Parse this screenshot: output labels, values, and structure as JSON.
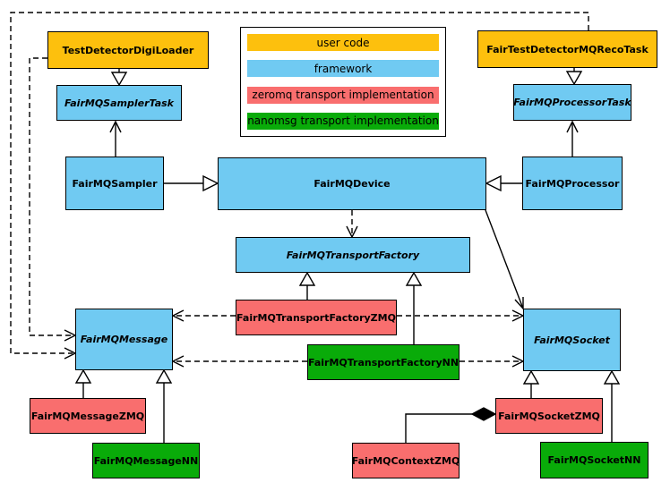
{
  "colors": {
    "user_code": "#fdc00d",
    "framework": "#70caf2",
    "zeromq": "#f96e6e",
    "nanomsg": "#09ab09"
  },
  "legend": {
    "items": [
      {
        "label": "user code",
        "layer": "user_code"
      },
      {
        "label": "framework",
        "layer": "framework"
      },
      {
        "label": "zeromq transport implementation",
        "layer": "zeromq"
      },
      {
        "label": "nanomsg transport implementation",
        "layer": "nanomsg"
      }
    ]
  },
  "nodes": {
    "testDetectorDigiLoader": {
      "label": "TestDetectorDigiLoader",
      "layer": "user code",
      "abstract": false
    },
    "fairTestDetectorMQRecoTask": {
      "label": "FairTestDetectorMQRecoTask",
      "layer": "user code",
      "abstract": false
    },
    "fairMQSamplerTask": {
      "label": "FairMQSamplerTask",
      "layer": "framework",
      "abstract": true
    },
    "fairMQProcessorTask": {
      "label": "FairMQProcessorTask",
      "layer": "framework",
      "abstract": true
    },
    "fairMQSampler": {
      "label": "FairMQSampler",
      "layer": "framework",
      "abstract": false
    },
    "fairMQDevice": {
      "label": "FairMQDevice",
      "layer": "framework",
      "abstract": false
    },
    "fairMQProcessor": {
      "label": "FairMQProcessor",
      "layer": "framework",
      "abstract": false
    },
    "fairMQTransportFactory": {
      "label": "FairMQTransportFactory",
      "layer": "framework",
      "abstract": true
    },
    "fairMQTransportFactoryZMQ": {
      "label": "FairMQTransportFactoryZMQ",
      "layer": "zeromq",
      "abstract": false
    },
    "fairMQTransportFactoryNN": {
      "label": "FairMQTransportFactoryNN",
      "layer": "nanomsg",
      "abstract": false
    },
    "fairMQMessage": {
      "label": "FairMQMessage",
      "layer": "framework",
      "abstract": true
    },
    "fairMQSocket": {
      "label": "FairMQSocket",
      "layer": "framework",
      "abstract": true
    },
    "fairMQMessageZMQ": {
      "label": "FairMQMessageZMQ",
      "layer": "zeromq",
      "abstract": false
    },
    "fairMQMessageNN": {
      "label": "FairMQMessageNN",
      "layer": "nanomsg",
      "abstract": false
    },
    "fairMQSocketZMQ": {
      "label": "FairMQSocketZMQ",
      "layer": "zeromq",
      "abstract": false
    },
    "fairMQSocketNN": {
      "label": "FairMQSocketNN",
      "layer": "nanomsg",
      "abstract": false
    },
    "fairMQContextZMQ": {
      "label": "FairMQContextZMQ",
      "layer": "zeromq",
      "abstract": false
    }
  },
  "edges": [
    {
      "from": "TestDetectorDigiLoader",
      "to": "FairMQSamplerTask",
      "type": "inheritance"
    },
    {
      "from": "FairTestDetectorMQRecoTask",
      "to": "FairMQProcessorTask",
      "type": "inheritance"
    },
    {
      "from": "FairMQSampler",
      "to": "FairMQDevice",
      "type": "inheritance"
    },
    {
      "from": "FairMQProcessor",
      "to": "FairMQDevice",
      "type": "inheritance"
    },
    {
      "from": "FairMQTransportFactoryZMQ",
      "to": "FairMQTransportFactory",
      "type": "inheritance"
    },
    {
      "from": "FairMQTransportFactoryNN",
      "to": "FairMQTransportFactory",
      "type": "inheritance"
    },
    {
      "from": "FairMQMessageZMQ",
      "to": "FairMQMessage",
      "type": "inheritance"
    },
    {
      "from": "FairMQMessageNN",
      "to": "FairMQMessage",
      "type": "inheritance"
    },
    {
      "from": "FairMQSocketZMQ",
      "to": "FairMQSocket",
      "type": "inheritance"
    },
    {
      "from": "FairMQSocketNN",
      "to": "FairMQSocket",
      "type": "inheritance"
    },
    {
      "from": "FairMQSampler",
      "to": "FairMQSamplerTask",
      "type": "association"
    },
    {
      "from": "FairMQProcessor",
      "to": "FairMQProcessorTask",
      "type": "association"
    },
    {
      "from": "FairMQDevice",
      "to": "FairMQSocket",
      "type": "association"
    },
    {
      "from": "FairMQDevice",
      "to": "FairMQTransportFactory",
      "type": "dependency"
    },
    {
      "from": "FairMQTransportFactoryZMQ",
      "to": "FairMQMessage",
      "type": "dependency"
    },
    {
      "from": "FairMQTransportFactoryZMQ",
      "to": "FairMQSocket",
      "type": "dependency"
    },
    {
      "from": "FairMQTransportFactoryNN",
      "to": "FairMQMessage",
      "type": "dependency"
    },
    {
      "from": "FairMQTransportFactoryNN",
      "to": "FairMQSocket",
      "type": "dependency"
    },
    {
      "from": "TestDetectorDigiLoader",
      "to": "FairMQMessage",
      "type": "dependency"
    },
    {
      "from": "FairTestDetectorMQRecoTask",
      "to": "FairMQMessage",
      "type": "dependency"
    },
    {
      "from": "FairMQContextZMQ",
      "to": "FairMQSocketZMQ",
      "type": "composition"
    }
  ]
}
